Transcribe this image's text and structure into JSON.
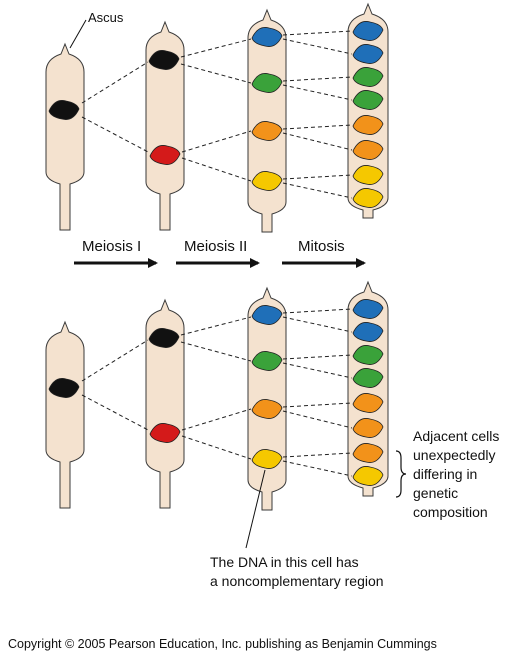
{
  "labels": {
    "ascus": "Ascus",
    "stage_1": "Meiosis I",
    "stage_2": "Meiosis II",
    "stage_3": "Mitosis",
    "callout_line1": "The DNA in this cell has",
    "callout_line2": "a noncomplementary region",
    "side_note_lines": [
      "Adjacent cells",
      "unexpectedly",
      "differing in",
      "genetic",
      "composition"
    ],
    "copyright": "Copyright © 2005 Pearson Education, Inc. publishing as Benjamin Cummings"
  },
  "colors": {
    "ascus_fill": "#f4e2cf",
    "ascus_stroke": "#3a3a3a",
    "black": "#111111",
    "red": "#d41a1a",
    "blue": "#1f6fb8",
    "green": "#3aa23a",
    "orange": "#f2921a",
    "yellow": "#f5c800"
  },
  "rows": [
    {
      "name": "normal",
      "stage0": [
        "black"
      ],
      "stage1": [
        "black",
        "red"
      ],
      "stage2": [
        "blue",
        "green",
        "orange",
        "yellow"
      ],
      "stage3": [
        "blue",
        "blue",
        "green",
        "green",
        "orange",
        "orange",
        "yellow",
        "yellow"
      ]
    },
    {
      "name": "mismatch",
      "stage0": [
        "black"
      ],
      "stage1": [
        "black",
        "red"
      ],
      "stage2": [
        "blue",
        "green",
        "orange",
        "yellow"
      ],
      "stage3": [
        "blue",
        "blue",
        "green",
        "green",
        "orange",
        "orange",
        "orange",
        "yellow"
      ]
    }
  ]
}
